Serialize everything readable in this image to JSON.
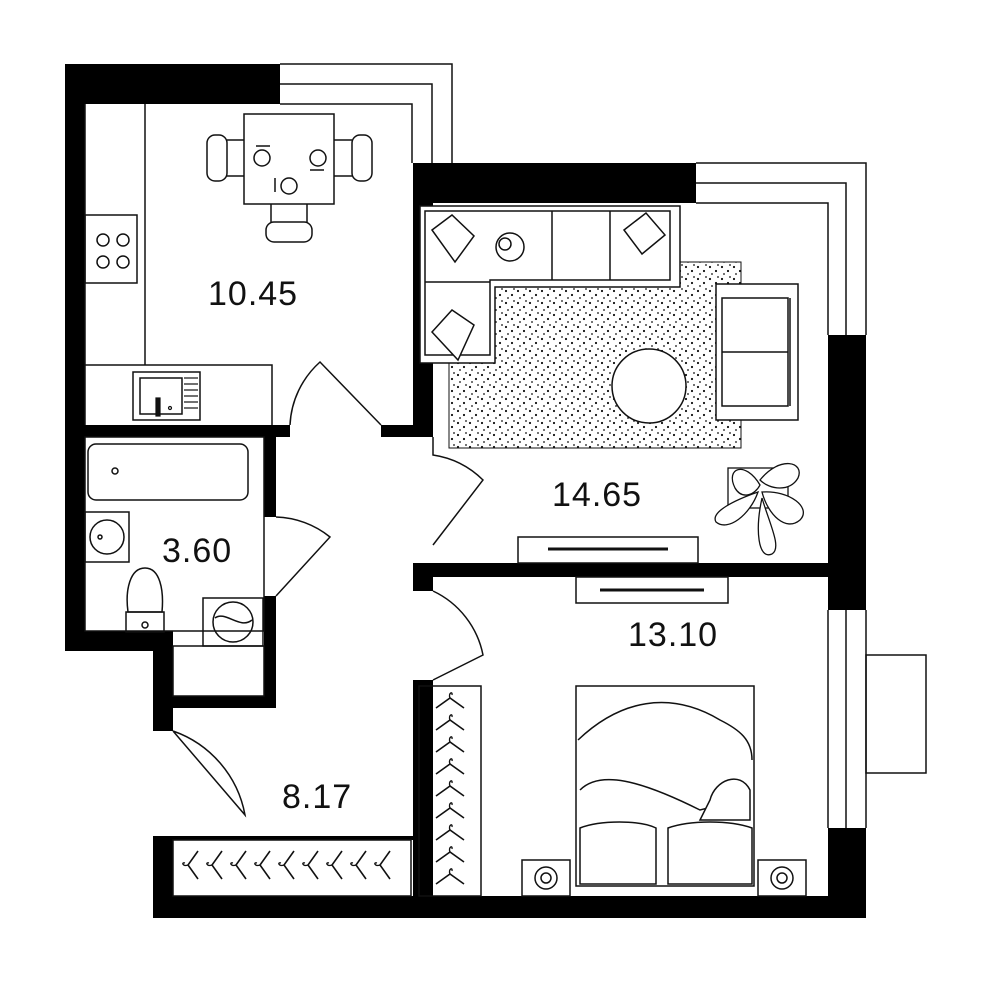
{
  "rooms": [
    {
      "id": "kitchen",
      "area": "10.45"
    },
    {
      "id": "living-room",
      "area": "14.65"
    },
    {
      "id": "bathroom",
      "area": "3.60"
    },
    {
      "id": "bedroom",
      "area": "13.10"
    },
    {
      "id": "hallway",
      "area": "8.17"
    }
  ],
  "colors": {
    "wall": "#000000",
    "line": "#1a1a1a",
    "background": "#ffffff"
  }
}
